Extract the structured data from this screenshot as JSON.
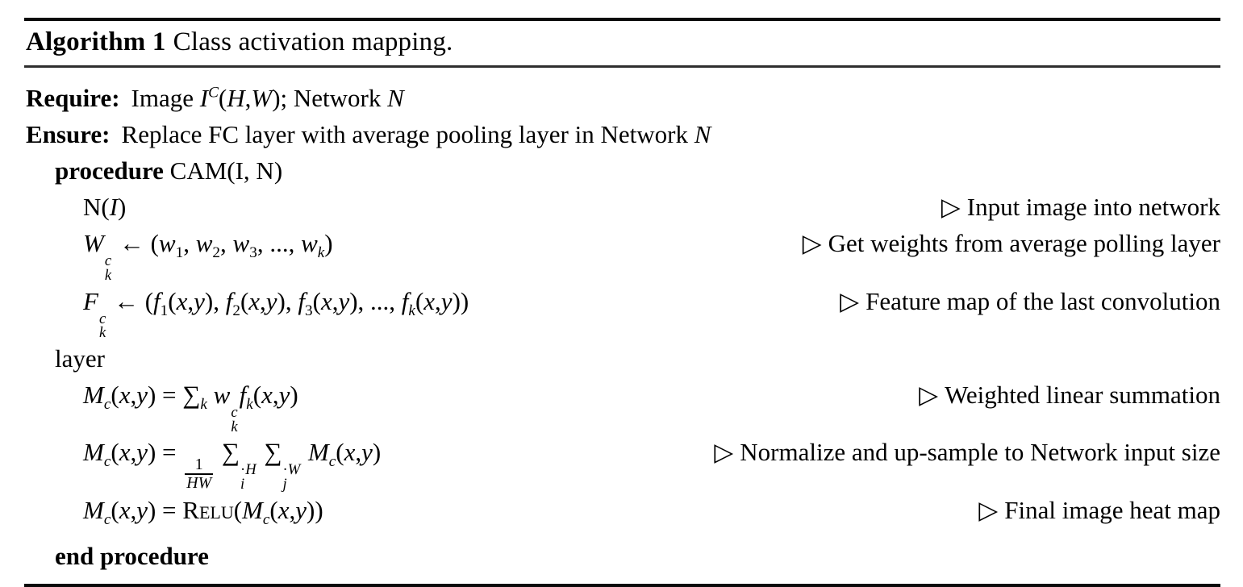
{
  "colors": {
    "background": "#ffffff",
    "text": "#000000",
    "rule_heavy": "#0a0a0a",
    "rule_light": "#2e2e2e"
  },
  "comment_marker": "▷",
  "header": {
    "label": "Algorithm 1",
    "title": "Class activation mapping."
  },
  "preamble": [
    {
      "keyword": "Require:",
      "html": "Image <i>I</i><sup><i>C</i></sup>(<i>H</i>,<i>W</i>); Network <i>N</i>"
    },
    {
      "keyword": "Ensure:",
      "html": "Replace FC layer with average pooling layer in Network <i>N</i>"
    }
  ],
  "body": [
    {
      "code": "<b>procedure</b> CAM(I, N)",
      "comment": ""
    },
    {
      "code": "N(<i>I</i>)",
      "comment": "Input image into network"
    },
    {
      "code": "<i>W</i><supsub><us><i>c</i></us><ls><i>k</i></ls></supsub> ← (<i>w</i><sub>1</sub>, <i>w</i><sub>2</sub>, <i>w</i><sub>3</sub>, ..., <i>w<sub>k</sub></i>)",
      "comment": "Get weights from average polling layer"
    },
    {
      "code": "<i>F</i><supsub><us><i>c</i></us><ls><i>k</i></ls></supsub> ← (<i>f</i><sub>1</sub>(<i>x</i>,<i>y</i>), <i>f</i><sub>2</sub>(<i>x</i>,<i>y</i>), <i>f</i><sub>3</sub>(<i>x</i>,<i>y</i>), ..., <i>f<sub>k</sub></i>(<i>x</i>,<i>y</i>))",
      "comment": "Feature map of the last convolution"
    },
    {
      "code": "layer",
      "comment": ""
    },
    {
      "code": "<i>M<sub>c</sub></i>(<i>x</i>,<i>y</i>) = ∑<sub><i>k</i></sub> <i>w</i><supsub><us><i>c</i></us><ls><i>k</i></ls></supsub><i>f<sub>k</sub></i>(<i>x</i>,<i>y</i>)",
      "comment": "Weighted linear summation"
    },
    {
      "code": "<i>M<sub>c</sub></i>(<i>x</i>,<i>y</i>) = <frac><fn>1</fn><fd><i>HW</i></fd></frac> ∑<supsub><us>·<i>H</i></us><ls><i>i</i></ls></supsub> ∑<supsub><us>·<i>W</i></us><ls><i>j</i></ls></supsub> <i>M<sub>c</sub></i>(<i>x</i>,<i>y</i>)",
      "comment": "Normalize and up-sample to Network input size"
    },
    {
      "code": "<i>M<sub>c</sub></i>(<i>x</i>,<i>y</i>) = <sc>Relu</sc>(<i>M<sub>c</sub></i>(<i>x</i>,<i>y</i>))",
      "comment": "Final image heat map"
    },
    {
      "code": "<b>end procedure</b>",
      "comment": ""
    }
  ]
}
